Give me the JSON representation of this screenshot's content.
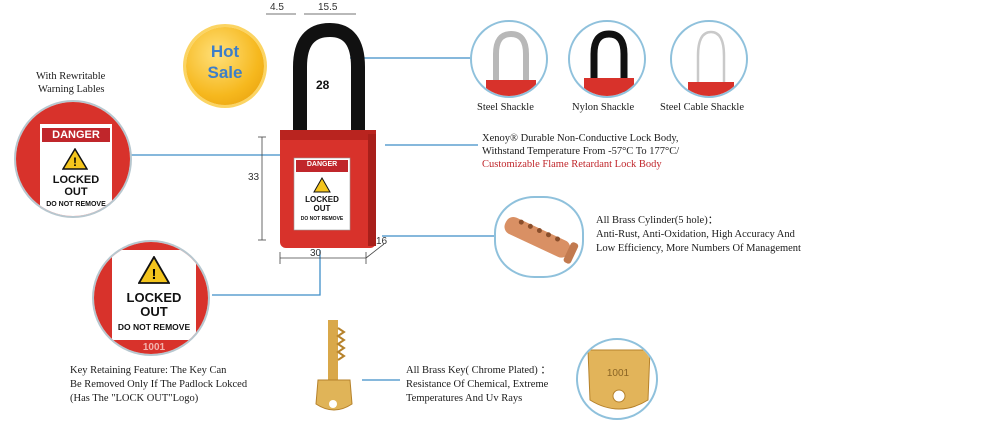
{
  "badge": {
    "line1": "Hot",
    "line2": "Sale"
  },
  "dimensions": {
    "top_left": "4.5",
    "top_right": "15.5",
    "shackle": "28",
    "height": "33",
    "width": "30",
    "depth": "16"
  },
  "lock_tag": {
    "danger": "DANGER",
    "locked": "LOCKED",
    "out": "OUT",
    "do_not_remove": "DO NOT REMOVE"
  },
  "labels_callout": {
    "line1": "With Rewritable",
    "line2": "Warning Lables"
  },
  "shackles": [
    {
      "label": "Steel Shackle",
      "color": "#b8b8b8"
    },
    {
      "label": "Nylon Shackle",
      "color": "#111111"
    },
    {
      "label": "Steel Cable Shackle",
      "color": "#c9c9c9"
    }
  ],
  "body_callout": {
    "line1": "Xenoy® Durable Non-Conductive Lock Body,",
    "line2": "Withstand Temperature From -57°C  To 177°C/",
    "line3": "Customizable Flame Retardant Lock Body"
  },
  "cylinder_callout": {
    "line1": "All Brass Cylinder(5 hole)：",
    "line2": "Anti-Rust, Anti-Oxidation, High Accuracy And",
    "line3": "Low Efficiency, More Numbers Of Management"
  },
  "key_retaining": {
    "line1": "Key Retaining Feature: The Key Can",
    "line2": "Be Removed Only If The Padlock Lokced",
    "line3": "(Has The \"LOCK OUT\"Logo)",
    "tag_number": "1001"
  },
  "brass_key": {
    "line1": "All Brass Key( Chrome Plated) ：",
    "line2": "Resistance Of Chemical, Extreme",
    "line3": "Temperatures And Uv Rays",
    "stamp": "1001"
  },
  "colors": {
    "lock_red": "#d8322b",
    "line_blue": "#3f8ec8",
    "brass": "#d9a84a"
  }
}
